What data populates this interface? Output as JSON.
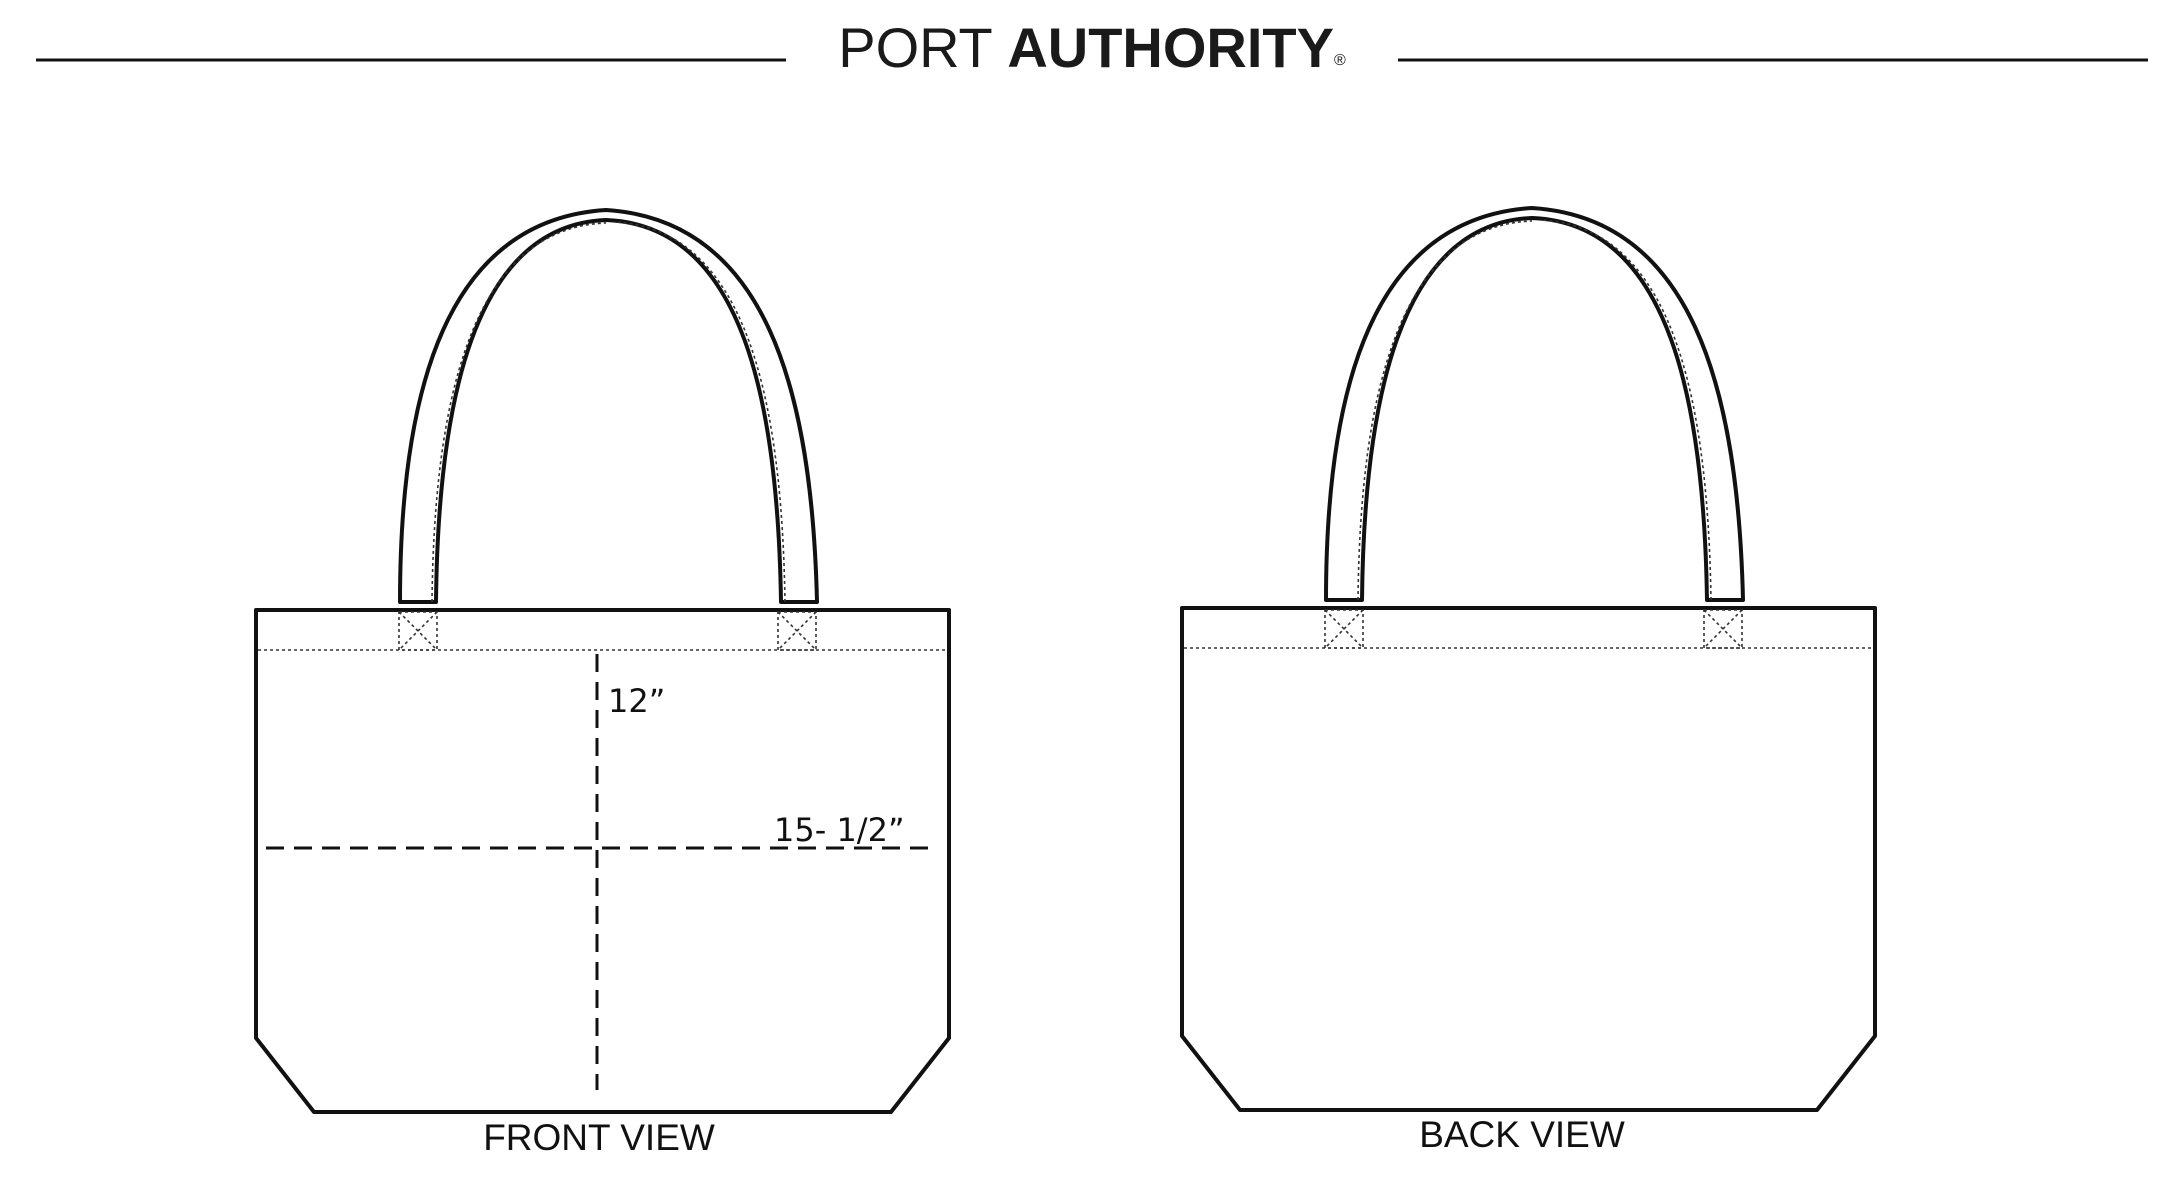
{
  "brand": {
    "name_light": "PORT",
    "name_bold": "AUTHORITY",
    "registered_mark": "®"
  },
  "views": {
    "front": {
      "label": "FRONT VIEW",
      "height_label": "12”",
      "width_label": "15- 1/2”"
    },
    "back": {
      "label": "BACK VIEW"
    }
  },
  "colors": {
    "line": "#111111",
    "background": "#ffffff"
  }
}
